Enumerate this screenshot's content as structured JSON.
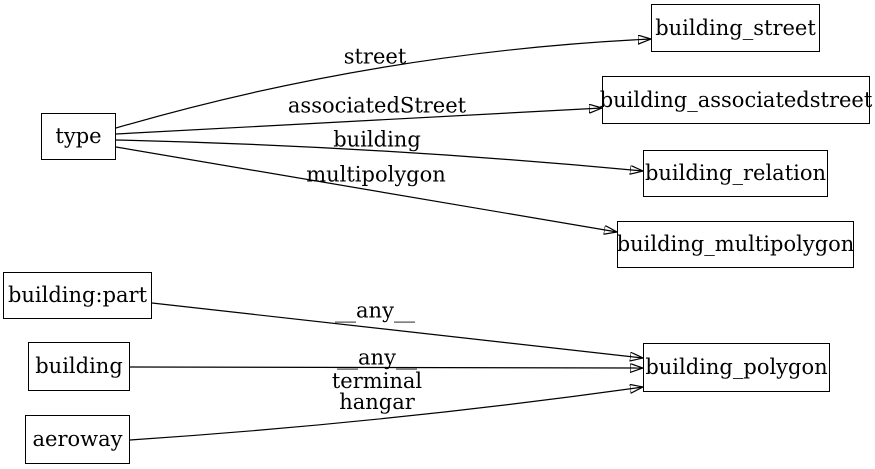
{
  "diagram": {
    "kind": "directed-graph",
    "colors": {
      "background": "#ffffff",
      "node_fill": "#ffffff",
      "node_border": "#000000",
      "edge_line": "#000000",
      "text": "#000000"
    },
    "nodes": [
      {
        "id": "type",
        "label": "type"
      },
      {
        "id": "building_street",
        "label": "building_street"
      },
      {
        "id": "building_associatedstreet",
        "label": "building_associatedstreet"
      },
      {
        "id": "building_relation",
        "label": "building_relation"
      },
      {
        "id": "building_multipolygon",
        "label": "building_multipolygon"
      },
      {
        "id": "building_part",
        "label": "building:part"
      },
      {
        "id": "building",
        "label": "building"
      },
      {
        "id": "aeroway",
        "label": "aeroway"
      },
      {
        "id": "building_polygon",
        "label": "building_polygon"
      }
    ],
    "edges": [
      {
        "from": "type",
        "to": "building_street",
        "label": "street"
      },
      {
        "from": "type",
        "to": "building_associatedstreet",
        "label": "associatedStreet"
      },
      {
        "from": "type",
        "to": "building_relation",
        "label": "building"
      },
      {
        "from": "type",
        "to": "building_multipolygon",
        "label": "multipolygon"
      },
      {
        "from": "building_part",
        "to": "building_polygon",
        "label": "__any__"
      },
      {
        "from": "building",
        "to": "building_polygon",
        "label": "__any__"
      },
      {
        "from": "aeroway",
        "to": "building_polygon",
        "label_lines": [
          "terminal",
          "hangar"
        ]
      }
    ]
  }
}
